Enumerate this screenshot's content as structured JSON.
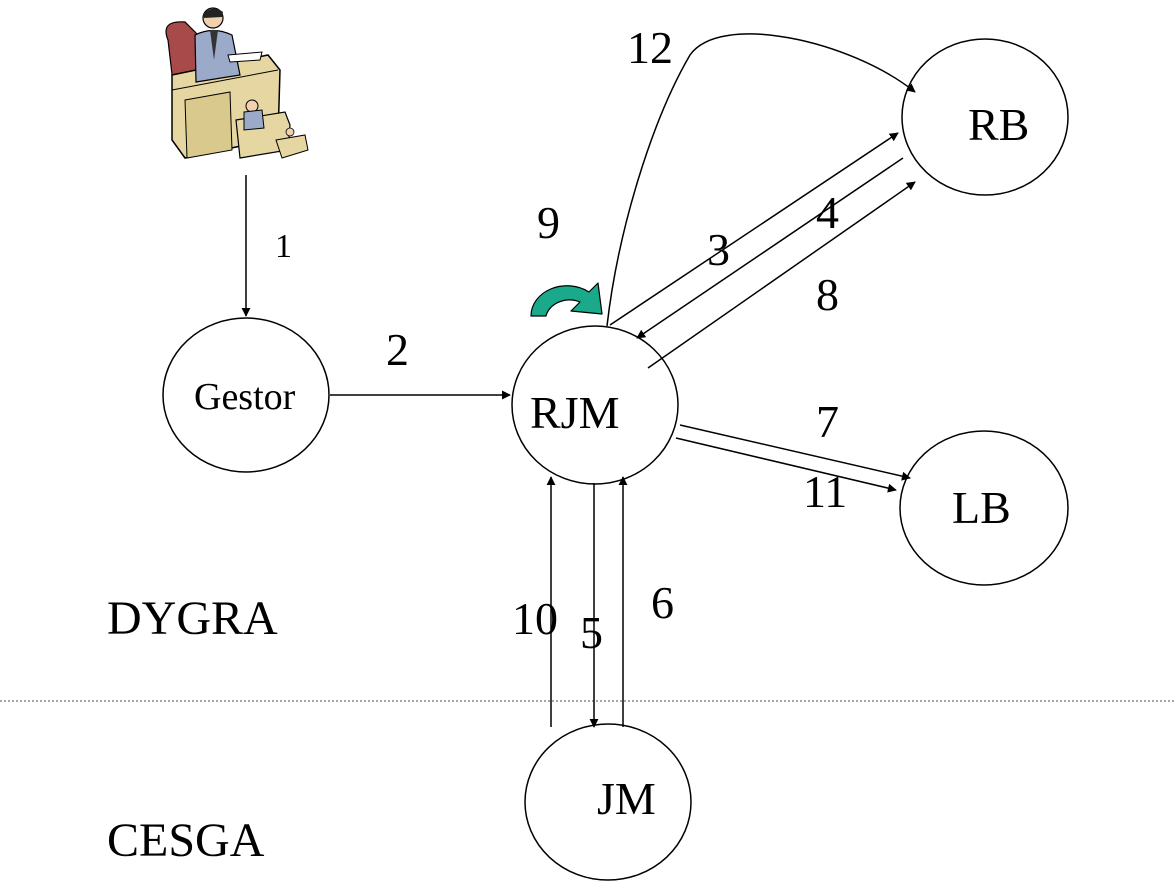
{
  "nodes": {
    "gestor": "Gestor",
    "rjm": "RJM",
    "rb": "RB",
    "lb": "LB",
    "jm": "JM"
  },
  "regions": {
    "top": "DYGRA",
    "bottom": "CESGA"
  },
  "steps": {
    "s1": "1",
    "s2": "2",
    "s3": "3",
    "s4": "4",
    "s5": "5",
    "s6": "6",
    "s7": "7",
    "s8": "8",
    "s9": "9",
    "s10": "10",
    "s11": "11",
    "s12": "12"
  },
  "icons": {
    "manager": "office-worker-icon",
    "loop": "circular-arrow-icon"
  },
  "colors": {
    "loop_arrow": "#1aa98a",
    "divider": "#888888"
  }
}
